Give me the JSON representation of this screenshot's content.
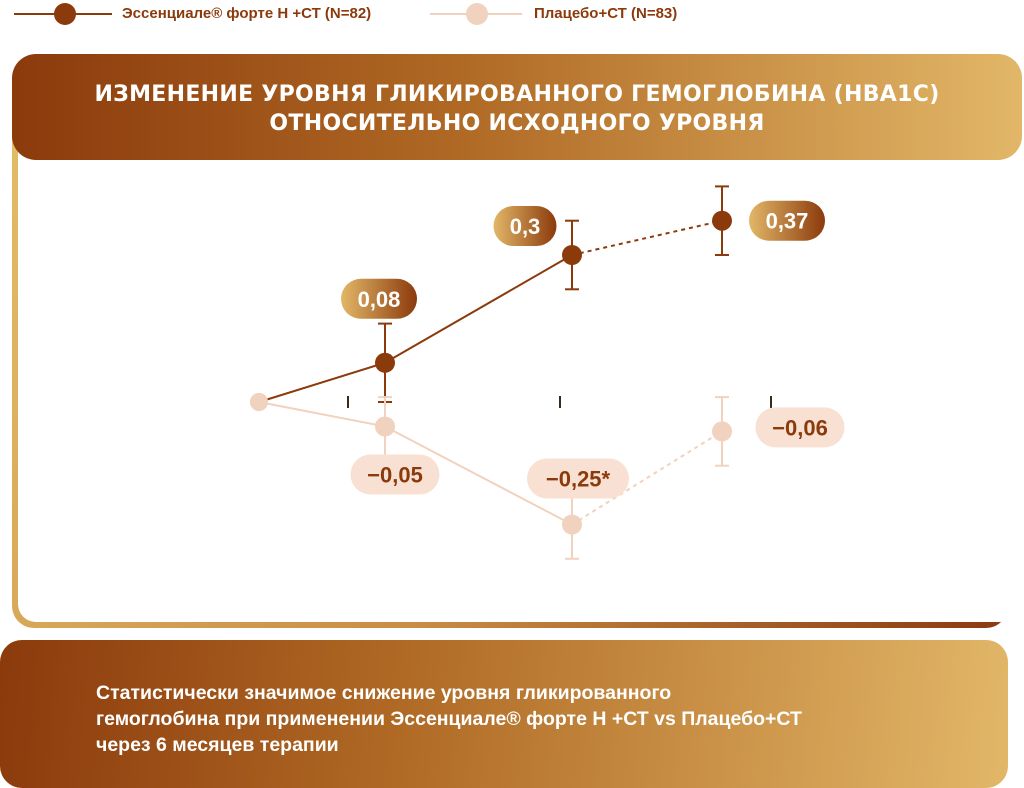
{
  "legend": [
    {
      "label": "Эссенциале® форте Н +СТ (N=82)",
      "color": "#8b3a0c"
    },
    {
      "label": "Плацебо+СТ (N=83)",
      "color": "#f1d2be"
    }
  ],
  "title": {
    "line1": "ИЗМЕНЕНИЕ УРОВНЯ ГЛИКИРОВАННОГО ГЕМОГЛОБИНА (HBA1C)",
    "line2": "ОТНОСИТЕЛЬНО ИСХОДНОГО УРОВНЯ"
  },
  "footer": {
    "line1": "Статистически значимое снижение уровня гликированного",
    "line2": "гемоглобина при применении Эссенциале® форте Н +СТ vs Плацебо+СТ",
    "line3": "через 6 месяцев терапии"
  },
  "colors": {
    "brown": "#8b3a0c",
    "gold": "#e2b768",
    "placebo": "#f1d2be",
    "placebo_label_bg": "#f8e1d2"
  },
  "chart_data": {
    "type": "line",
    "x": [
      0,
      1,
      2,
      3
    ],
    "ylim": [
      -0.37,
      0.5
    ],
    "series": [
      {
        "name": "Эссенциале® форте Н +СТ (N=82)",
        "values": [
          0,
          0.08,
          0.3,
          0.37
        ],
        "labels": [
          "",
          "0,08",
          "0,3",
          "0,37"
        ],
        "error": [
          0,
          0.08,
          0.07,
          0.07
        ]
      },
      {
        "name": "Плацебо+СТ (N=83)",
        "values": [
          0,
          -0.05,
          -0.25,
          -0.06
        ],
        "labels": [
          "",
          "−0,05",
          "−0,25*",
          "−0,06"
        ],
        "error": [
          0,
          0.06,
          0.07,
          0.07
        ]
      }
    ]
  }
}
